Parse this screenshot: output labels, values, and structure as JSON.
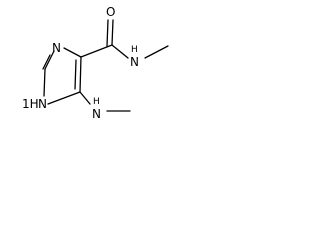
{
  "molecule": {
    "atoms": {
      "carbonyl_oxygen": "O",
      "amide_nitrogen": "N",
      "amide_hydrogen": "H",
      "ring_nitrogen_top": "N",
      "ring_nitrogen_bottom_h": "1H",
      "ring_nitrogen_bottom_n": "N",
      "amine_nitrogen": "N",
      "amine_hydrogen": "H"
    }
  }
}
